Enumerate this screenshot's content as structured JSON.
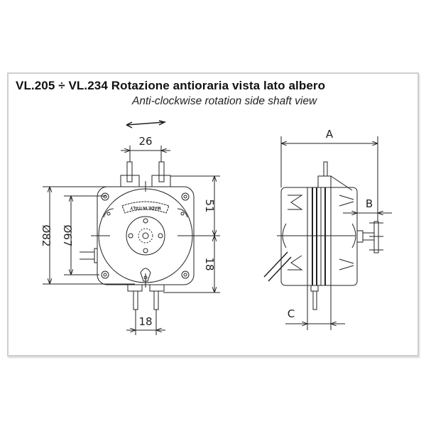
{
  "title": "VL.205 ÷ VL.234 Rotazione antioraria vista lato albero",
  "subtitle": "Anti-clockwise rotation side shaft view",
  "front_view": {
    "dimensions": {
      "terminal_spacing_top": "26",
      "terminal_spacing_bottom": "18",
      "height_upper": "51",
      "height_lower": "18",
      "outer_diameter": "Ø82",
      "inner_diameter": "Ø67"
    },
    "plate_text": "MADE IN ITALY"
  },
  "side_view": {
    "dimensions": {
      "overall_length": "A",
      "shaft_offset": "B",
      "stack_width": "C"
    }
  },
  "colors": {
    "line": "#222222",
    "frame_border": "#cfcfd2"
  }
}
